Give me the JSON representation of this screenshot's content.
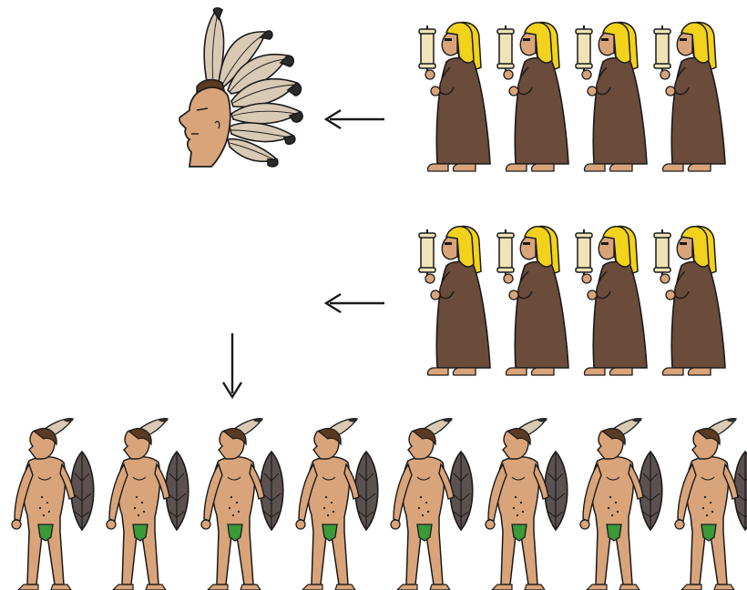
{
  "diagram": {
    "chief_head": {
      "icon": "chief-feathered-headdress-icon"
    },
    "woman_figure": {
      "icon": "woman-holding-scroll-icon"
    },
    "warrior_figure": {
      "icon": "warrior-with-shield-icon"
    },
    "arrow": {
      "icon": "arrow-icon"
    },
    "rows": [
      {
        "id": "row-1",
        "women_count": 4,
        "arrow_direction": "left",
        "target": "chief-head"
      },
      {
        "id": "row-2",
        "women_count": 4,
        "arrow_direction": "left",
        "target": "none"
      }
    ],
    "down_arrow": {
      "direction": "down"
    },
    "warriors_count": 8,
    "colors": {
      "skin": "#d9a47a",
      "dress": "#6b4b3a",
      "hair": "#f2d21b",
      "scroll": "#efe4b8",
      "feather_light": "#d8cab4",
      "feather_dark": "#2b2b2b",
      "shield": "#5b5150",
      "loincloth": "#3a9a3a",
      "line": "#1a1a1a"
    }
  }
}
